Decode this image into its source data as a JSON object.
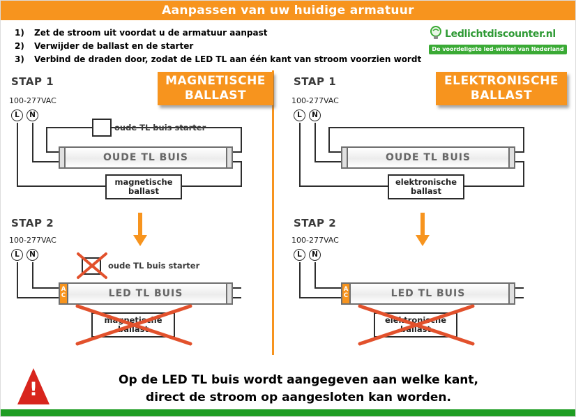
{
  "colors": {
    "orange": "#F7941E",
    "logo_green": "#3AAA35",
    "bottom_bar_green": "#1F9D23",
    "warning_red": "#D8251D",
    "cross_red": "#E2512C"
  },
  "header": {
    "title": "Aanpassen van uw huidige armatuur"
  },
  "instructions": [
    {
      "num": "1)",
      "text": "Zet de stroom uit voordat u de armatuur aanpast"
    },
    {
      "num": "2)",
      "text": "Verwijder de ballast en de starter"
    },
    {
      "num": "3)",
      "text": "Verbind de draden door, zodat de LED TL aan één kant van stroom voorzien wordt"
    }
  ],
  "logo": {
    "name": "Ledlichtdiscounter.nl",
    "tagline": "De voordeligste led-winkel van Nederland"
  },
  "columns": {
    "left": {
      "type_label": "MAGNETISCHE BALLAST",
      "step1": {
        "title": "STAP 1",
        "voltage": "100-277VAC",
        "terminal_l": "L",
        "terminal_n": "N",
        "starter_label": "oude TL buis starter",
        "tube_label": "OUDE TL BUIS",
        "ballast_label": "magnetische ballast"
      },
      "step2": {
        "title": "STAP 2",
        "voltage": "100-277VAC",
        "terminal_l": "L",
        "terminal_n": "N",
        "starter_label": "oude TL buis starter",
        "tube_label": "LED TL BUIS",
        "tube_ac_label": "AC",
        "ballast_label": "magnetische ballast"
      }
    },
    "right": {
      "type_label": "ELEKTRONISCHE BALLAST",
      "step1": {
        "title": "STAP 1",
        "voltage": "100-277VAC",
        "terminal_l": "L",
        "terminal_n": "N",
        "tube_label": "OUDE TL BUIS",
        "ballast_label": "elektronische ballast"
      },
      "step2": {
        "title": "STAP 2",
        "voltage": "100-277VAC",
        "terminal_l": "L",
        "terminal_n": "N",
        "tube_label": "LED TL BUIS",
        "tube_ac_label": "AC",
        "ballast_label": "elektronische ballast"
      }
    }
  },
  "warning": {
    "exclamation": "!",
    "line1": "Op de LED TL buis wordt aangegeven aan welke kant,",
    "line2": "direct de stroom op aangesloten kan worden."
  }
}
